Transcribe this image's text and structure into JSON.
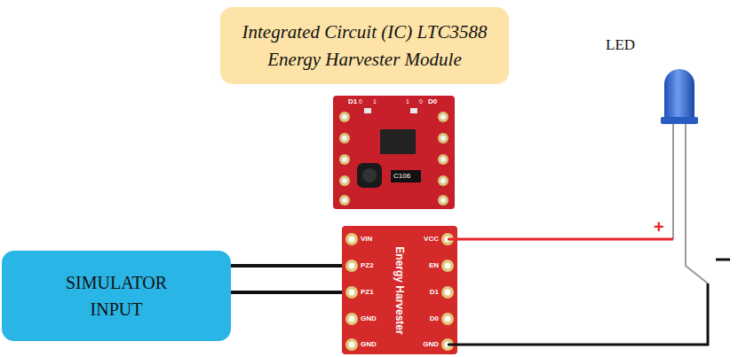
{
  "diagram": {
    "nodes": [
      {
        "text": [
          "Integrated Circuit (IC) LTC3588 Energy Harvester Module"
        ]
      },
      {
        "text": [
          "SIMULATOR INPUT"
        ]
      },
      {
        "text": [
          "Energy Harvester"
        ]
      }
    ],
    "edges": [
      {
        "from": 1,
        "to": 2,
        "arrow": "none"
      },
      {
        "from": 1,
        "to": 2,
        "arrow": "none"
      }
    ],
    "labels": [
      "LED",
      "+",
      "D1",
      "0",
      "1",
      "1",
      "0",
      "D0",
      "C106",
      "VIN",
      "PZ2",
      "PZ1",
      "GND",
      "GND",
      "VCC",
      "EN",
      "D1",
      "D0",
      "GND"
    ]
  }
}
